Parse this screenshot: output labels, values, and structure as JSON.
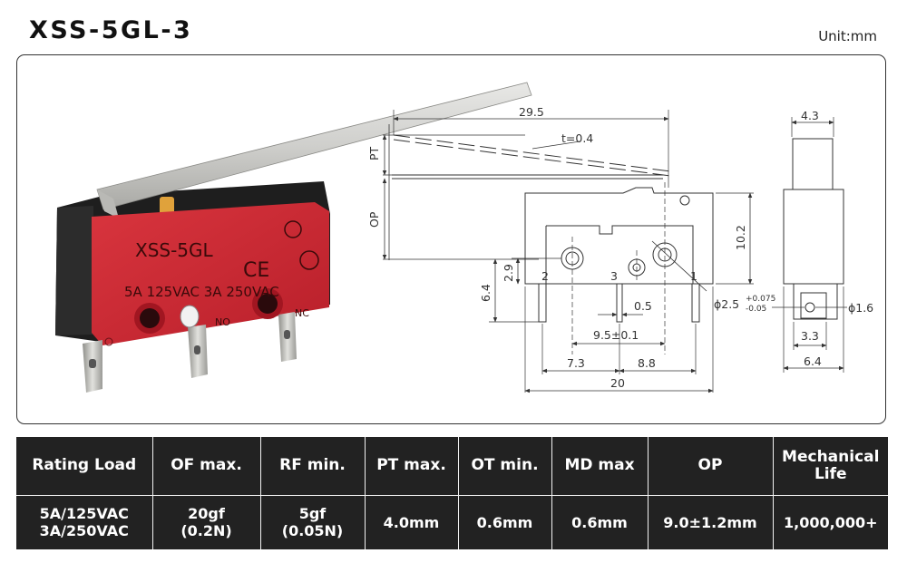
{
  "header": {
    "title": "XSS-5GL-3",
    "unit": "Unit:mm"
  },
  "product": {
    "model_text": "XSS-5GL",
    "rating_text": "5A 125VAC 3A 250VAC",
    "terminal_left": "NO",
    "terminal_right": "NC",
    "mark_ce": "CE"
  },
  "drawing": {
    "lever_length": "29.5",
    "lever_thickness": "t=0.4",
    "pt": "PT",
    "op": "OP",
    "height_body": "10.2",
    "dim_2_9": "2.9",
    "dim_6_4": "6.4",
    "pin_2": "2",
    "pin_3": "3",
    "pin_1": "1",
    "dim_0_5": "0.5",
    "dim_9_5": "9.5±0.1",
    "dim_7_3": "7.3",
    "dim_8_8": "8.8",
    "dim_20": "20",
    "hole_phi": "ϕ2.5",
    "tol_plus": "+0.075",
    "tol_minus": "-0.05",
    "side_width": "4.3",
    "side_hole": "ϕ1.6",
    "side_3_3": "3.3",
    "side_6_4": "6.4"
  },
  "table": {
    "headers": [
      "Rating Load",
      "OF max.",
      "RF min.",
      "PT max.",
      "OT min.",
      "MD max",
      "OP",
      "Mechanical Life"
    ],
    "rating_load": [
      "5A/125VAC",
      "3A/250VAC"
    ],
    "of_max": [
      "20gf",
      "(0.2N)"
    ],
    "rf_min": [
      "5gf",
      "(0.05N)"
    ],
    "pt_max": "4.0mm",
    "ot_min": "0.6mm",
    "md_max": "0.6mm",
    "op": "9.0±1.2mm",
    "mechanical_life": "1,000,000+"
  }
}
